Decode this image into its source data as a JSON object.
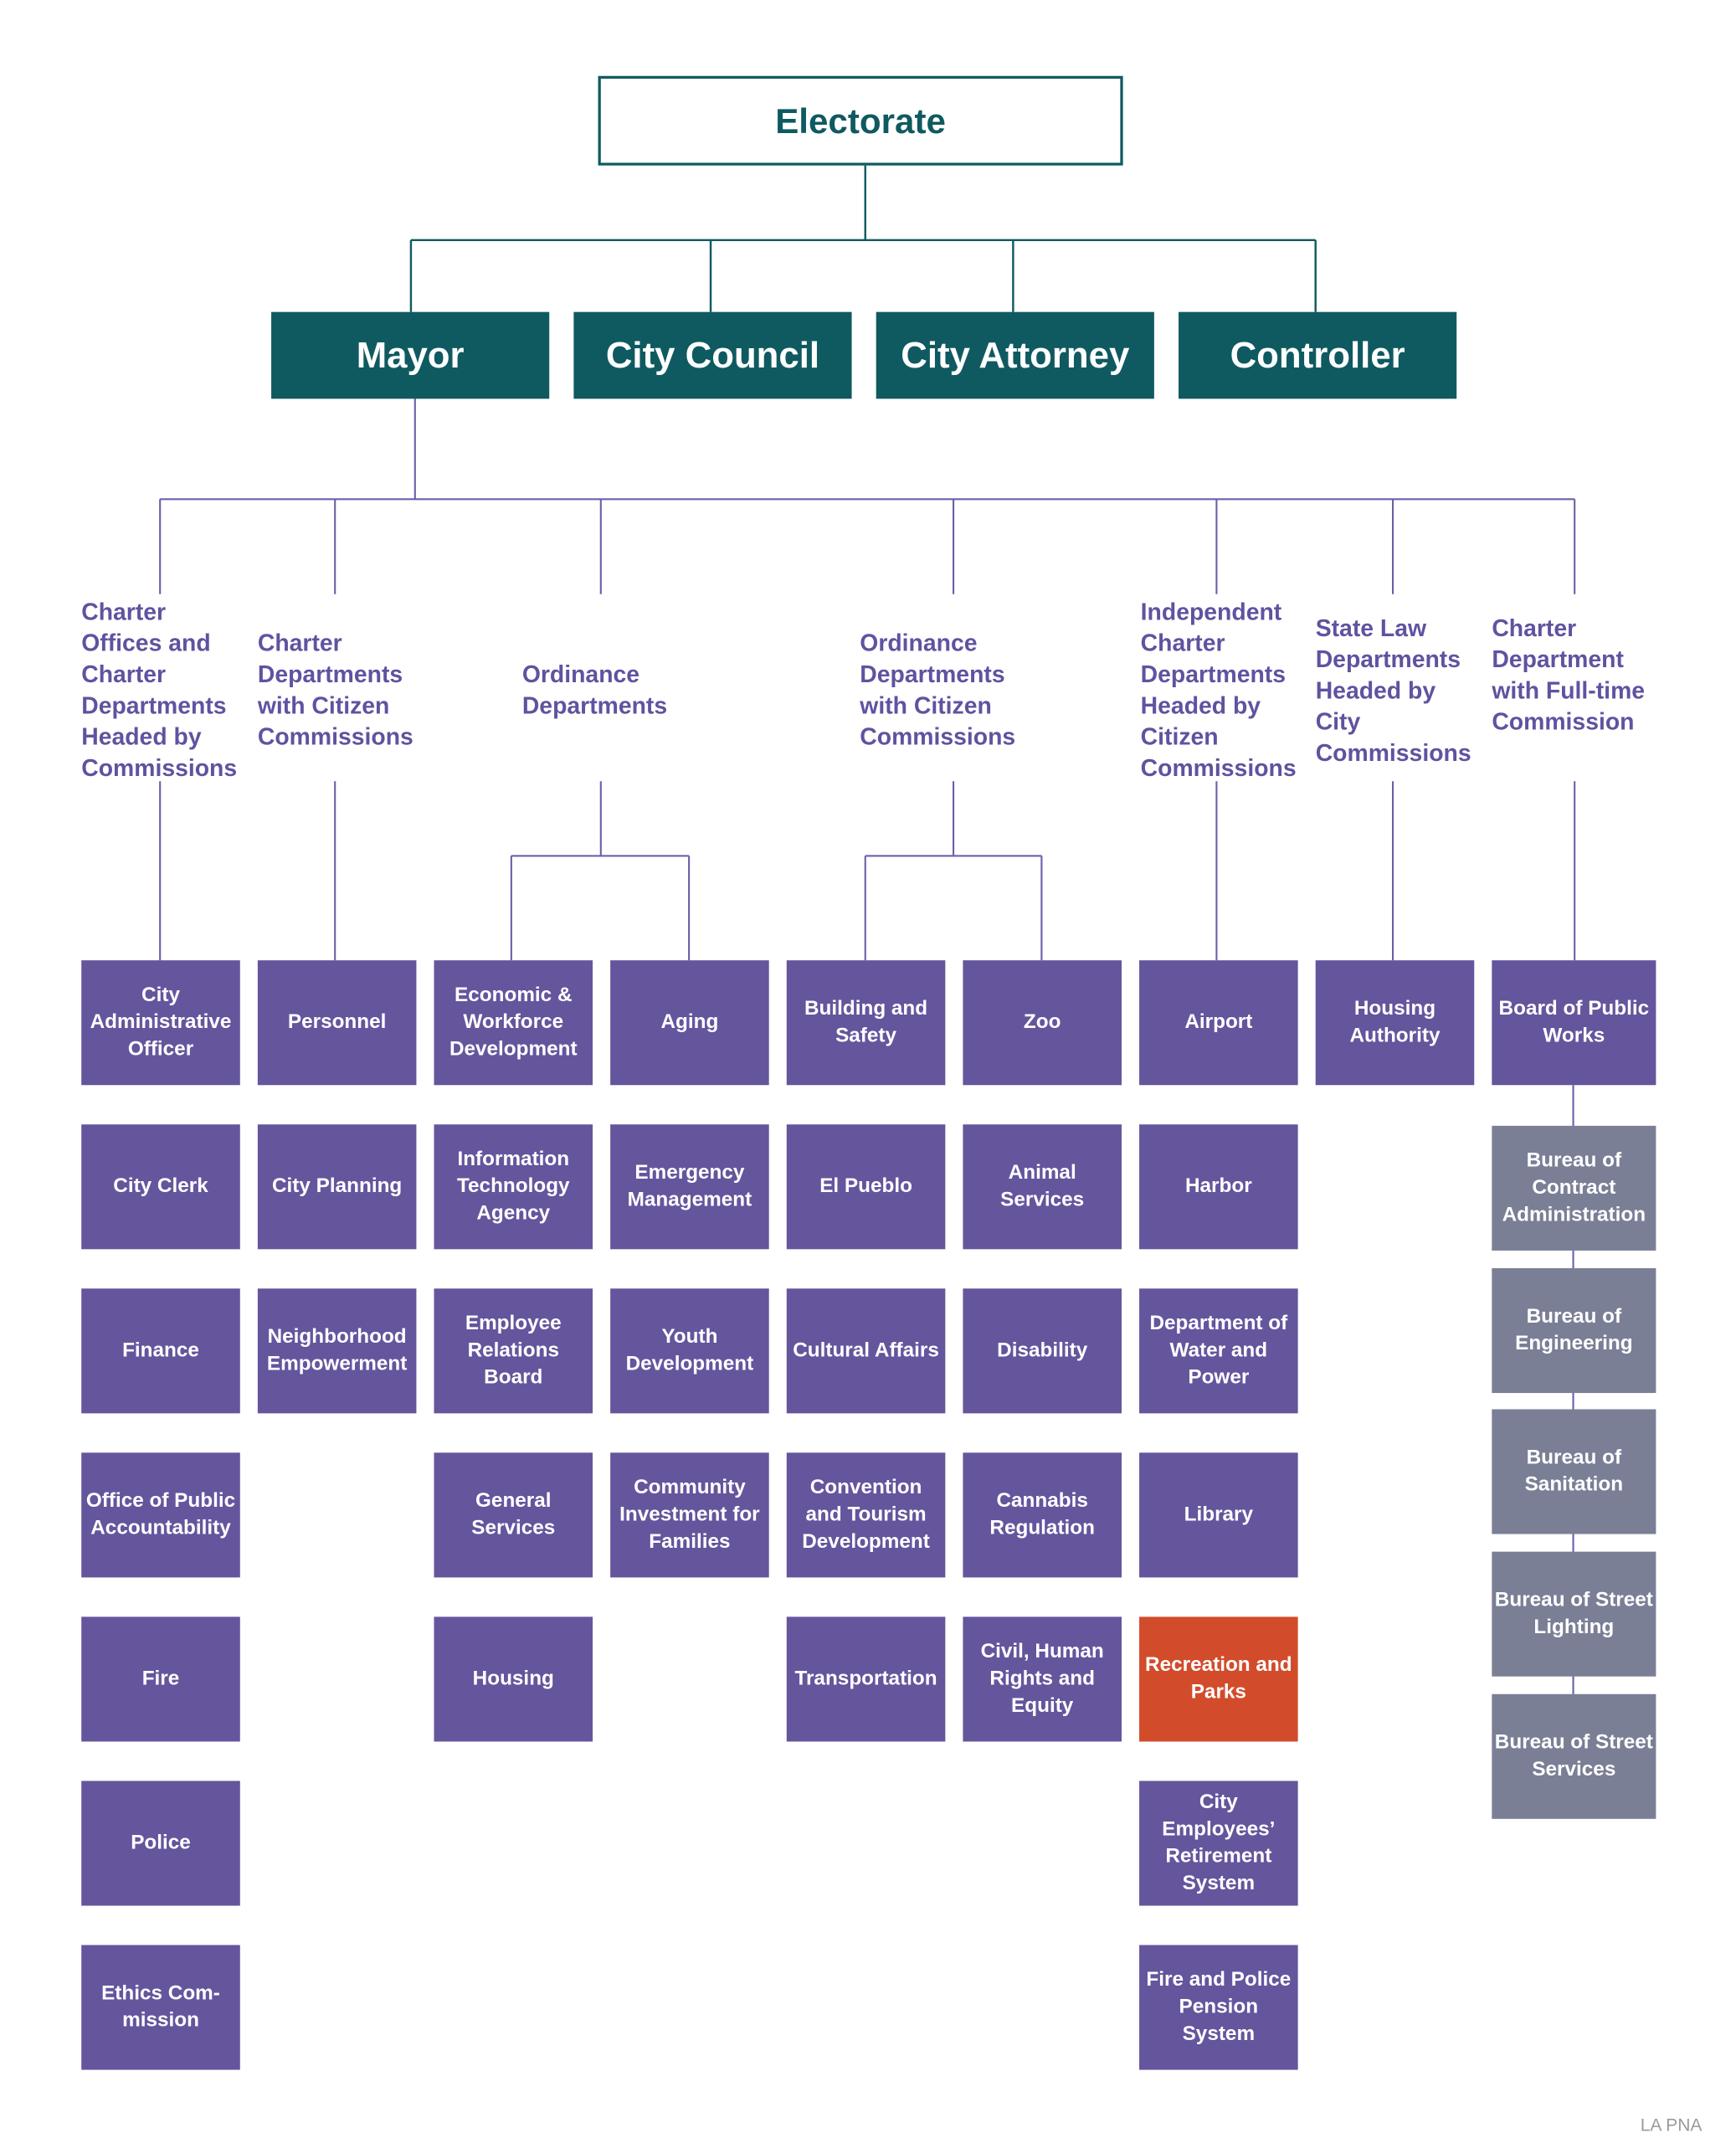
{
  "root": "Electorate",
  "offices": [
    "Mayor",
    "City Council",
    "City Attorney",
    "Controller"
  ],
  "categories": [
    {
      "label": "Charter Offices and Charter Departments Headed by Commissions",
      "departments": [
        "City Administrative Officer",
        "City Clerk",
        "Finance",
        "Office of Public Accountability",
        "Fire",
        "Police",
        "Ethics Com- mission"
      ]
    },
    {
      "label": "Charter Departments with Citizen Commissions",
      "departments": [
        "Personnel",
        "City Planning",
        "Neighborhood Empowerment"
      ]
    },
    {
      "label": "Ordinance Departments",
      "departments": [
        "Economic & Workforce Development",
        "Information Technology Agency",
        "Employee Relations Board",
        "General Services",
        "Housing",
        "Aging",
        "Emergency Management",
        "Youth Development",
        "Community Investment for Families"
      ]
    },
    {
      "label": "Ordinance Departments with Citizen Commissions",
      "departments": [
        "Building and Safety",
        "El Pueblo",
        "Cultural Affairs",
        "Convention and Tourism Development",
        "Transportation",
        "Zoo",
        "Animal Services",
        "Disability",
        "Cannabis Regulation",
        "Civil, Human Rights and Equity"
      ]
    },
    {
      "label": "Independent Charter Departments Headed by Citizen Commissions",
      "departments": [
        "Airport",
        "Harbor",
        "Department of Water and Power",
        "Library",
        "Recreation and Parks",
        "City Employees’ Retirement System",
        "Fire and Police Pension System"
      ],
      "highlighted": "Recreation and Parks",
      "highlight_color": "#d24c2b"
    },
    {
      "label": "State Law Departments Headed by City Commissions",
      "departments": [
        "Housing Authority"
      ]
    },
    {
      "label": "Charter Department with Full-time Commission",
      "departments": [
        "Board of Public Works"
      ],
      "bureaus": [
        "Bureau of Contract Administration",
        "Bureau of Engineering",
        "Bureau of Sanitation",
        "Bureau of Street Lighting",
        "Bureau of Street Services"
      ]
    }
  ],
  "credit": "LA PNA",
  "colors": {
    "office": "#0f5a60",
    "department": "#65559d",
    "bureau": "#7a7f96",
    "highlight": "#d24c2b",
    "category_text": "#5f53a0"
  }
}
